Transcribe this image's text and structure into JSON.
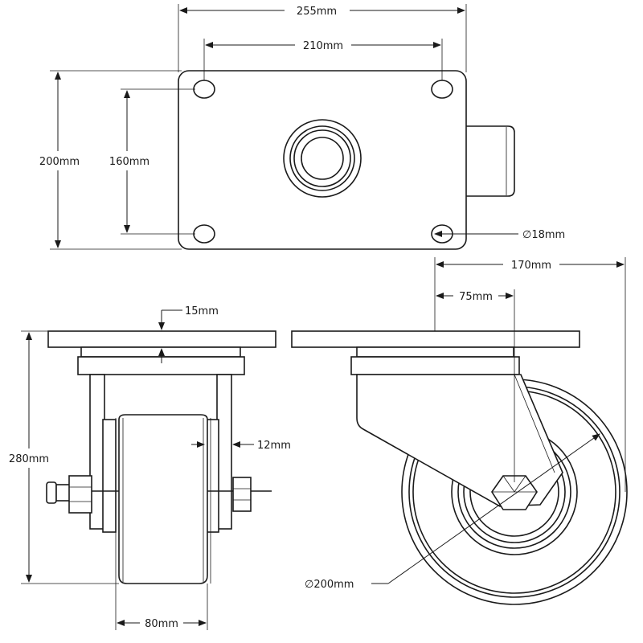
{
  "dimensions": {
    "top_width": "255mm",
    "hole_spacing_width": "210mm",
    "top_height": "200mm",
    "hole_spacing_height": "160mm",
    "hole_diameter": "18mm",
    "total_width_side": "170mm",
    "offset": "75mm",
    "plate_thickness": "15mm",
    "fork_thickness": "12mm",
    "total_height": "280mm",
    "wheel_diameter": "200mm",
    "wheel_width": "80mm"
  },
  "symbols": {
    "diameter": "∅"
  },
  "colors": {
    "line": "#1a1a1a",
    "background": "#ffffff"
  }
}
